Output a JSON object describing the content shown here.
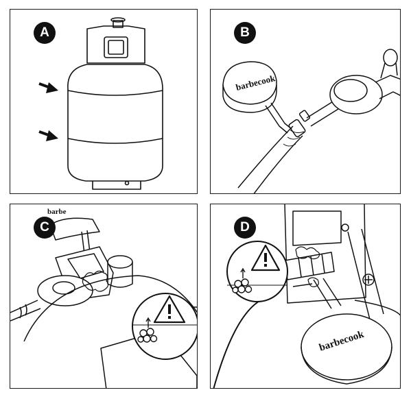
{
  "panels": {
    "a": {
      "label": "A"
    },
    "b": {
      "label": "B",
      "brand": "barbecook"
    },
    "c": {
      "label": "C",
      "brand": "barbe"
    },
    "d": {
      "label": "D",
      "brand": "barbecook"
    }
  },
  "icons": {
    "warning": "warning-triangle-icon",
    "bubbles": "bubbles-icon",
    "arrow": "arrow-right-icon"
  },
  "colors": {
    "stroke": "#111111",
    "background": "#ffffff"
  }
}
